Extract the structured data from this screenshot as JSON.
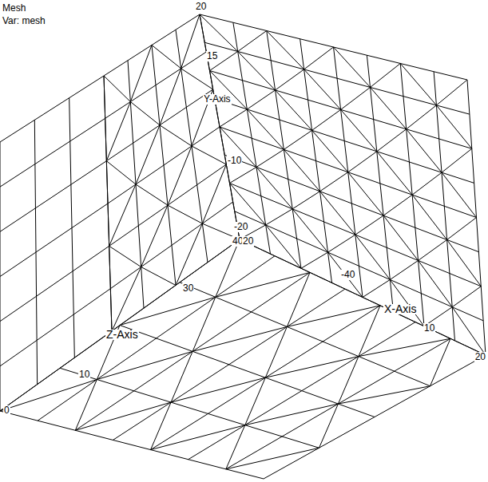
{
  "diagram": {
    "labels": [
      "Mesh",
      "Var: mesh",
      "20",
      "15",
      "Y-Axis",
      "-10",
      "-20",
      "40",
      "20",
      "30",
      "-40",
      "X-Axis",
      "Z-Axis",
      "10",
      "0",
      "10",
      "20"
    ]
  }
}
